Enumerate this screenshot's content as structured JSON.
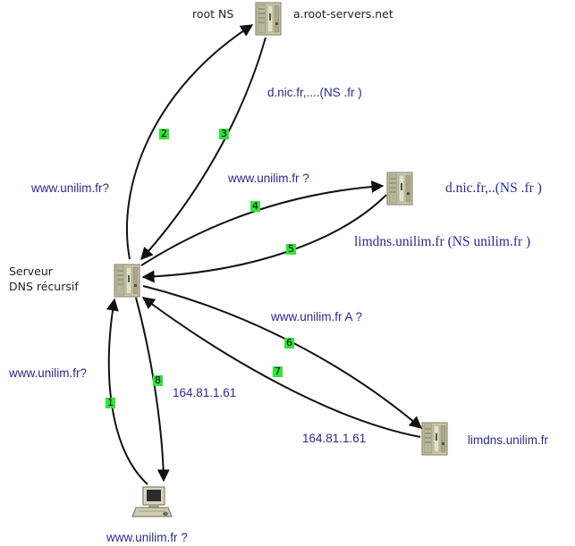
{
  "nodes": {
    "root": {
      "label": "root NS",
      "name": "a.root-servers.net"
    },
    "nic": {
      "name": "d.nic.fr,..(NS .fr )"
    },
    "limdns_mid": {
      "name": "limdns.unilim.fr (NS unilim.fr )"
    },
    "limdns_bottom": {
      "name": "limdns.unilim.fr"
    },
    "resolver": {
      "label_line1": "Serveur",
      "label_line2": "DNS récursif"
    },
    "client": {
      "query": "www.unilim.fr  ?"
    }
  },
  "messages": {
    "q_root": "www.unilim.fr?",
    "r_root": "d.nic.fr,....(NS .fr )",
    "q_nic": "www.unilim.fr ?",
    "q_limdns": "www.unilim.fr  A ?",
    "a_limdns": "164.81.1.61",
    "q_client": "www.unilim.fr?",
    "a_client": "164.81.1.61"
  },
  "steps": [
    "1",
    "2",
    "3",
    "4",
    "5",
    "6",
    "7",
    "8"
  ],
  "colors": {
    "text_blue": "#2a2a8c",
    "step_bg": "#33e23a",
    "server_body": "#c9c7a6",
    "arrow": "#111111"
  }
}
